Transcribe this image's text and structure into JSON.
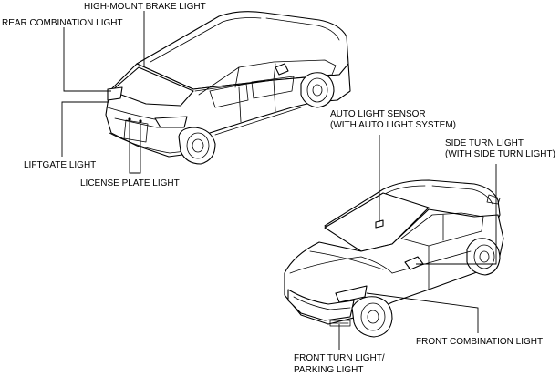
{
  "labels": {
    "high_mount_brake_light": "HIGH-MOUNT BRAKE LIGHT",
    "rear_combination_light": "REAR COMBINATION LIGHT",
    "liftgate_light": "LIFTGATE LIGHT",
    "license_plate_light": "LICENSE PLATE LIGHT",
    "auto_light_sensor": {
      "line1": "AUTO LIGHT SENSOR",
      "line2": "(WITH AUTO LIGHT SYSTEM)"
    },
    "side_turn_light": {
      "line1": "SIDE TURN LIGHT",
      "line2": "(WITH SIDE TURN LIGHT)"
    },
    "front_combination_light": "FRONT COMBINATION LIGHT",
    "front_turn_light": {
      "line1": "FRONT TURN LIGHT/",
      "line2": "PARKING LIGHT"
    }
  }
}
